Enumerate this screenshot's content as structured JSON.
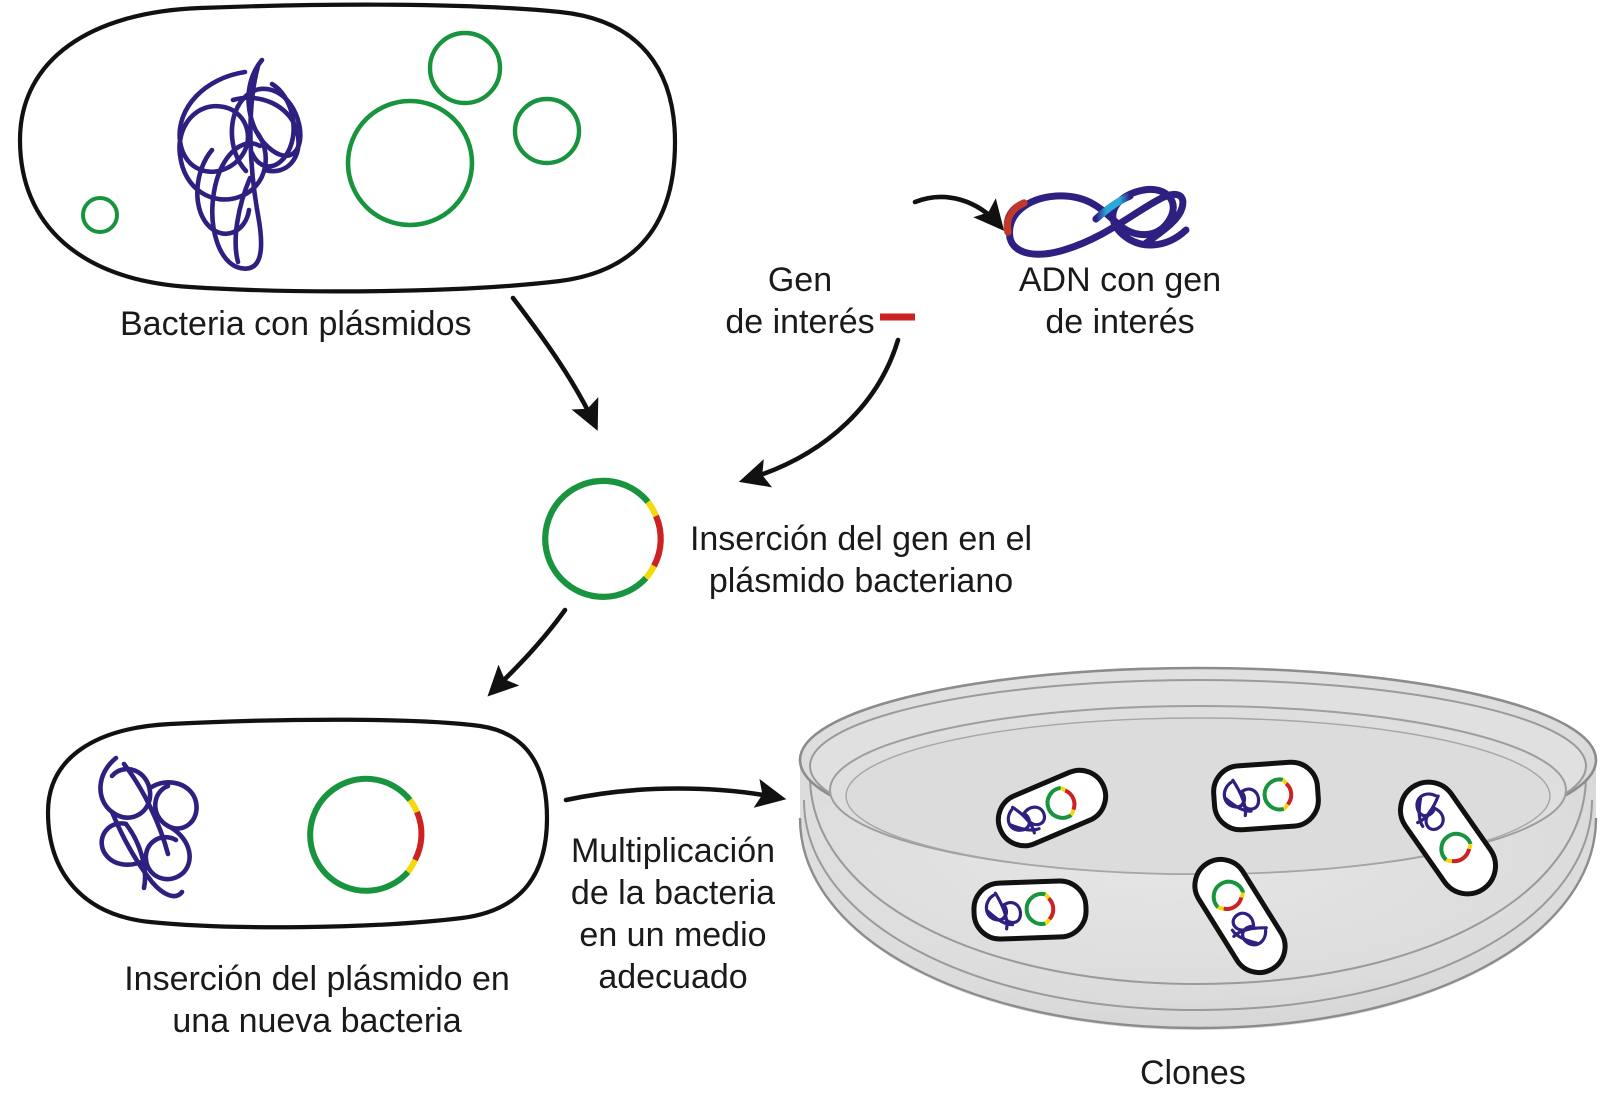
{
  "diagram": {
    "title_alt": "Clonación molecular: inserción de un gen de interés en un plásmido bacteriano",
    "language": "es",
    "background_color": "#ffffff",
    "labels": {
      "bacteria_con_plasmidos": "Bacteria con plásmidos",
      "gen_de_interes": "Gen\nde interés",
      "adn_con_gen_de_interes": "ADN con gen\nde interés",
      "insercion_del_gen": "Inserción del gen en el\nplásmido bacteriano",
      "insercion_del_plasmido": "Inserción del plásmido en\nuna nueva bacteria",
      "multiplicacion": "Multiplicación\nde la bacteria\nen un medio\nadecuado",
      "clones": "Clones"
    },
    "colors": {
      "outline": "#111111",
      "chromosome_dna": "#2d2080",
      "plasmid_green": "#18943f",
      "gene_red": "#cc2222",
      "gene_yellow": "#f5d90a",
      "dna_accent_cyan": "#2aa8d8",
      "dna_accent_red": "#c0392b",
      "petri_fill": "#dcdcdc",
      "petri_rim": "#8c8c8c",
      "text": "#1a1a1a"
    },
    "steps": [
      {
        "id": "step-1",
        "name": "bacteria-con-plasmidos",
        "label": "Bacteria con plásmidos",
        "contents": [
          "chromosomal DNA tangle (navy)",
          "4 green plasmid circles"
        ],
        "plasmid_count": 4
      },
      {
        "id": "step-2",
        "name": "adn-con-gen-de-interes",
        "label": "ADN con gen de interés",
        "contents": [
          "navy DNA strand with red gene segment and cyan segment"
        ]
      },
      {
        "id": "step-3",
        "name": "gen-de-interes",
        "label": "Gen de interés",
        "contents": [
          "short red dash representing the excised gene"
        ]
      },
      {
        "id": "step-4",
        "name": "insercion-del-gen-en-el-plasmido-bacteriano",
        "label": "Inserción del gen en el plásmido bacteriano",
        "contents": [
          "green circular plasmid with red gene insert flanked by yellow junctions"
        ]
      },
      {
        "id": "step-5",
        "name": "insercion-del-plasmido-en-una-nueva-bacteria",
        "label": "Inserción del plásmido en una nueva bacteria",
        "contents": [
          "bacterium with navy chromosome and recombinant plasmid"
        ]
      },
      {
        "id": "step-6",
        "name": "multiplicacion-de-la-bacteria",
        "label": "Multiplicación de la bacteria en un medio adecuado",
        "contents": [
          "arrow toward petri dish"
        ]
      },
      {
        "id": "step-7",
        "name": "clones",
        "label": "Clones",
        "contents": [
          "petri dish containing 5 cloned bacteria, each with recombinant plasmid"
        ],
        "clone_count": 5
      }
    ],
    "arrows": [
      {
        "name": "arrow-bacteria-to-plasmid",
        "from": "bacteria-con-plasmidos",
        "to": "plasmido-recombinante"
      },
      {
        "name": "arrow-adn-to-gen",
        "from": "adn-con-gen-de-interes",
        "to": "gen-de-interes"
      },
      {
        "name": "arrow-gen-to-plasmid",
        "from": "gen-de-interes",
        "to": "plasmido-recombinante"
      },
      {
        "name": "arrow-plasmid-to-bacteria",
        "from": "plasmido-recombinante",
        "to": "nueva-bacteria"
      },
      {
        "name": "arrow-bacteria-to-petri",
        "from": "nueva-bacteria",
        "to": "placa-de-petri"
      }
    ]
  }
}
